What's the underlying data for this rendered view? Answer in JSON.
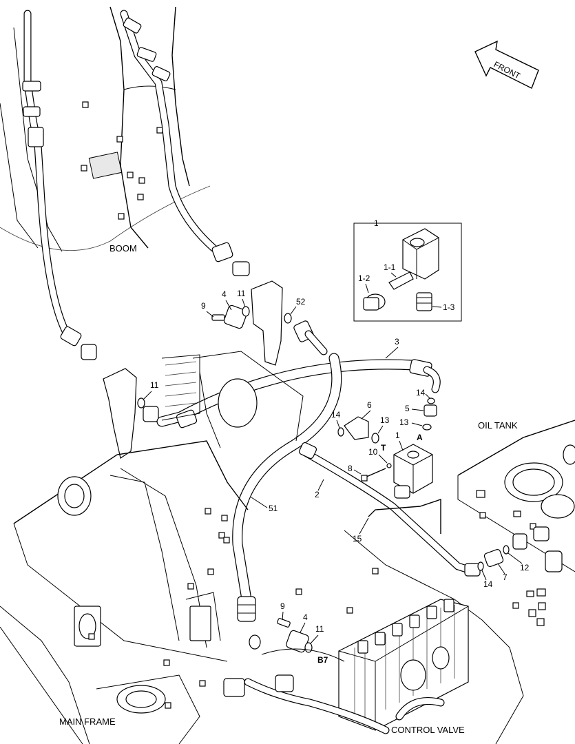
{
  "areas": {
    "boom": "BOOM",
    "oil_tank": "OIL TANK",
    "main_frame": "MAIN FRAME",
    "control_valve": "CONTROL VALVE",
    "front": "FRONT"
  },
  "callouts": {
    "detail_1": "1",
    "detail_1_1": "1-1",
    "detail_1_2": "1-2",
    "detail_1_3": "1-3",
    "upper_9": "9",
    "upper_4": "4",
    "upper_11": "11",
    "upper_52": "52",
    "left_11": "11",
    "hose_3": "3",
    "right_14": "14",
    "right_5": "5",
    "right_13": "13",
    "mid_6": "6",
    "mid_14": "14",
    "mid_13": "13",
    "port_T": "T",
    "port_A": "A",
    "block_1": "1",
    "bolt_10": "10",
    "bolt_8": "8",
    "hose_2": "2",
    "hose_51": "51",
    "line_15": "15",
    "lower_12": "12",
    "lower_7": "7",
    "lower_14": "14",
    "lower_9": "9",
    "lower_4": "4",
    "lower_11": "11",
    "port_B7": "B7"
  }
}
